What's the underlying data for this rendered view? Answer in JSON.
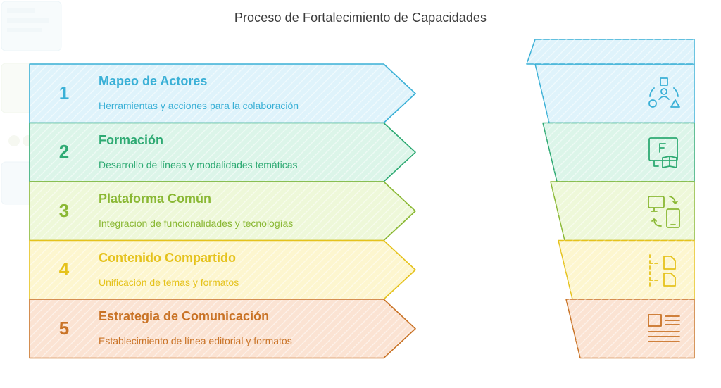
{
  "title": "Proceso de Fortalecimiento de Capacidades",
  "steps": [
    {
      "number": "1",
      "title": "Mapeo de Actores",
      "description": "Herramientas y acciones para la colaboración",
      "color": "#3ab0d6",
      "fill": "#dff3fb",
      "icon": "people-network-icon"
    },
    {
      "number": "2",
      "title": "Formación",
      "description": "Desarrollo de líneas y modalidades temáticas",
      "color": "#2eaa73",
      "fill": "#dcf5e9",
      "icon": "training-book-icon"
    },
    {
      "number": "3",
      "title": "Plataforma Común",
      "description": "Integración de funcionalidades y tecnologías",
      "color": "#8ab834",
      "fill": "#eef8d9",
      "icon": "devices-sync-icon"
    },
    {
      "number": "4",
      "title": "Contenido Compartido",
      "description": "Unificación de temas y formatos",
      "color": "#e5c21c",
      "fill": "#fdf6cf",
      "icon": "document-tree-icon"
    },
    {
      "number": "5",
      "title": "Estrategia de Comunicación",
      "description": "Establecimiento de línea editorial y formatos",
      "color": "#c97326",
      "fill": "#fbe3d3",
      "icon": "editorial-layout-icon"
    }
  ]
}
